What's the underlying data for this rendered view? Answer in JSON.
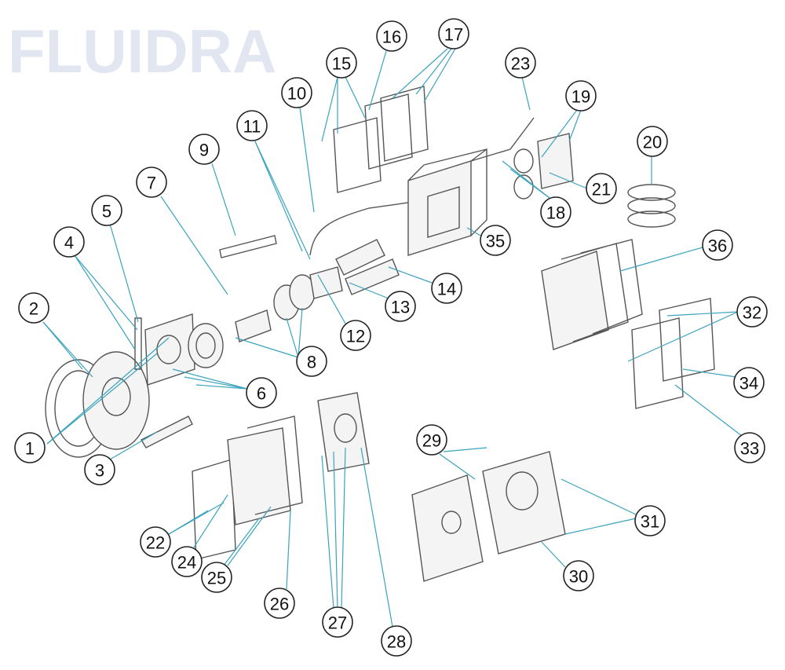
{
  "diagram": {
    "watermark": "FLUIDRA",
    "callouts": [
      "1",
      "2",
      "3",
      "4",
      "5",
      "6",
      "7",
      "8",
      "9",
      "10",
      "11",
      "12",
      "13",
      "14",
      "15",
      "16",
      "17",
      "18",
      "19",
      "20",
      "21",
      "22",
      "23",
      "24",
      "25",
      "26",
      "27",
      "28",
      "29",
      "30",
      "31",
      "32",
      "33",
      "34",
      "35",
      "36"
    ],
    "colors": {
      "leader": "#3aa3bd",
      "part_stroke": "#555555"
    }
  }
}
